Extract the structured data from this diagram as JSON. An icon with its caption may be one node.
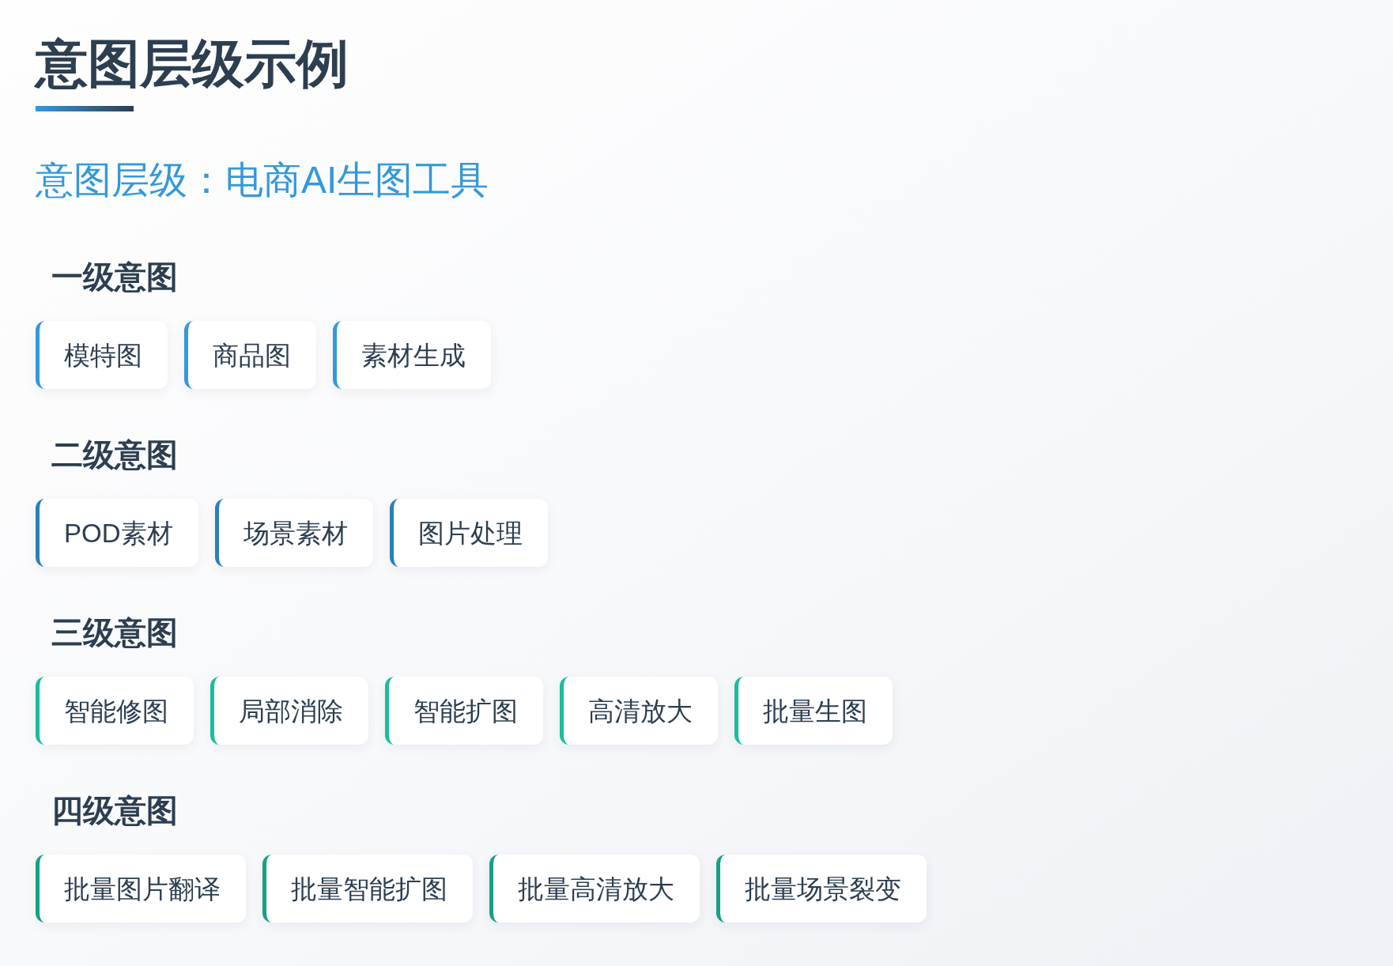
{
  "diagram": {
    "title": "意图层级示例",
    "nodes": [
      {
        "text": [
          "模特图"
        ]
      },
      {
        "text": [
          "商品图"
        ]
      },
      {
        "text": [
          "素材生成"
        ]
      },
      {
        "text": [
          "POD素材"
        ]
      },
      {
        "text": [
          "场景素材"
        ]
      },
      {
        "text": [
          "图片处理"
        ]
      },
      {
        "text": [
          "智能修图"
        ]
      },
      {
        "text": [
          "局部消除"
        ]
      },
      {
        "text": [
          "智能扩图"
        ]
      },
      {
        "text": [
          "高清放大"
        ]
      },
      {
        "text": [
          "批量生图"
        ]
      },
      {
        "text": [
          "批量图片翻译"
        ]
      },
      {
        "text": [
          "批量智能扩图"
        ]
      },
      {
        "text": [
          "批量高清放大"
        ]
      },
      {
        "text": [
          "批量场景裂变"
        ]
      }
    ],
    "labels": [
      "意图层级：电商AI生图工具",
      "一级意图",
      "二级意图",
      "三级意图",
      "四级意图"
    ]
  }
}
